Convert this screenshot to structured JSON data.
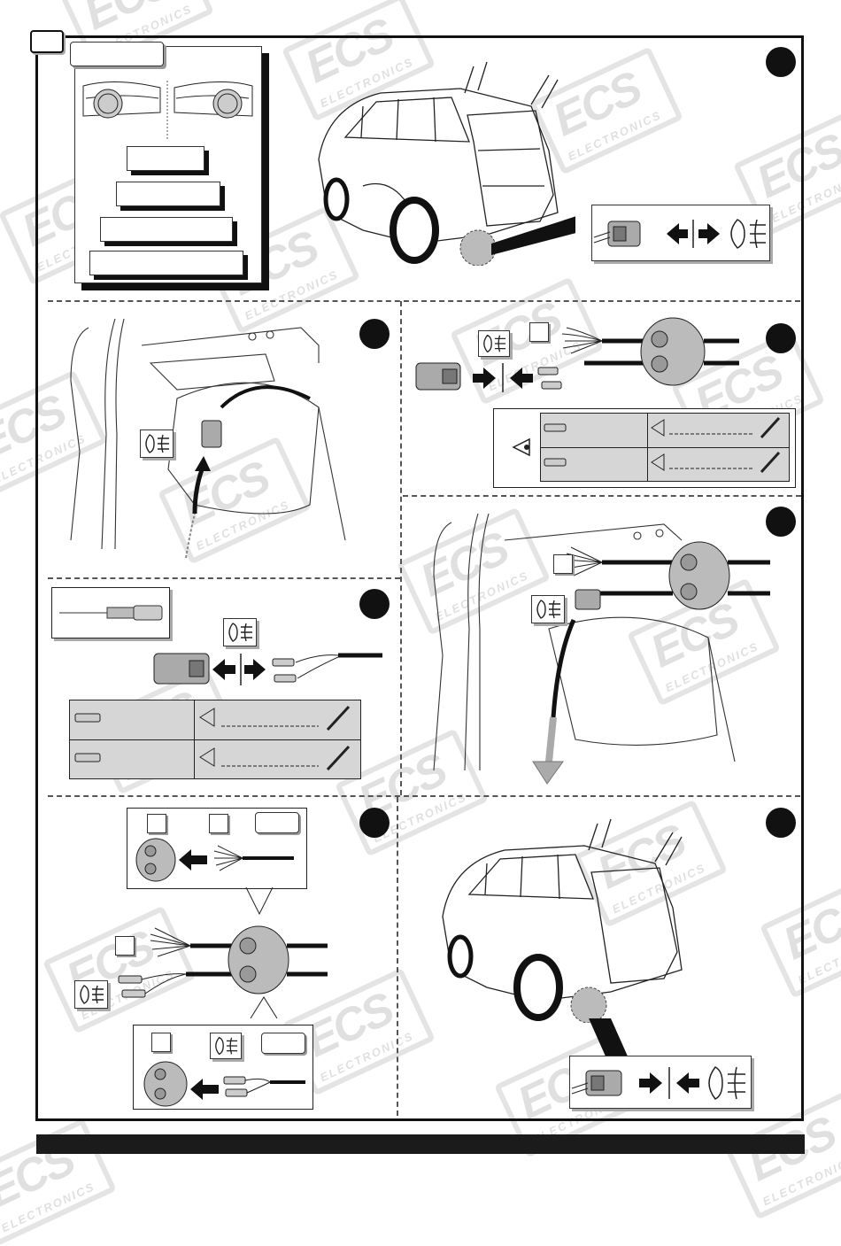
{
  "document": {
    "brand_watermark": {
      "logo": "ECS",
      "subtitle": "ELECTRONICS"
    },
    "page_tab_label": "",
    "vehicle_selector": {
      "header_label": "",
      "drive_options": [
        "left-hand-drive",
        "right-hand-drive"
      ],
      "label_boxes": [
        "",
        "",
        "",
        ""
      ]
    },
    "steps": [
      {
        "id": 1,
        "number": "",
        "description_icons": [
          "connector-icon",
          "arrow-left-icon",
          "separator",
          "arrow-right-icon",
          "fog-lamp-icon"
        ],
        "action": "disconnect"
      },
      {
        "id": 2,
        "number": "",
        "description_icons": [
          "fog-lamp-icon",
          "arrow-up-icon"
        ],
        "action": "route-harness"
      },
      {
        "id": 3,
        "number": "",
        "description_icons": [
          "fog-lamp-icon",
          "connector-icon",
          "arrow-right-icon",
          "separator",
          "arrow-left-icon",
          "grommet-icon"
        ],
        "action": "connect",
        "checklist_rows": 2
      },
      {
        "id": 4,
        "number": "",
        "description_icons": [
          "terminal-removal-tool-icon",
          "fog-lamp-icon",
          "connector-icon",
          "arrow-left-icon",
          "arrow-right-icon",
          "terminal-icon"
        ],
        "action": "remove-terminals",
        "checklist_rows": 2
      },
      {
        "id": 5,
        "number": "",
        "description_icons": [
          "fog-lamp-icon",
          "connector-icon",
          "grommet-icon",
          "arrow-down-icon"
        ],
        "action": "feed-through"
      },
      {
        "id": 6,
        "number": "",
        "description_icons": [
          "grommet-icon",
          "wires-icon",
          "fog-lamp-icon"
        ],
        "action": "insert-grommet",
        "label_boxes": [
          "",
          "",
          "",
          "",
          "",
          ""
        ]
      },
      {
        "id": 7,
        "number": "",
        "description_icons": [
          "connector-icon",
          "arrow-right-icon",
          "separator",
          "arrow-left-icon",
          "fog-lamp-icon"
        ],
        "action": "reconnect"
      }
    ],
    "checklist": {
      "row_label": "",
      "note_line": ""
    },
    "footer_text": ""
  }
}
